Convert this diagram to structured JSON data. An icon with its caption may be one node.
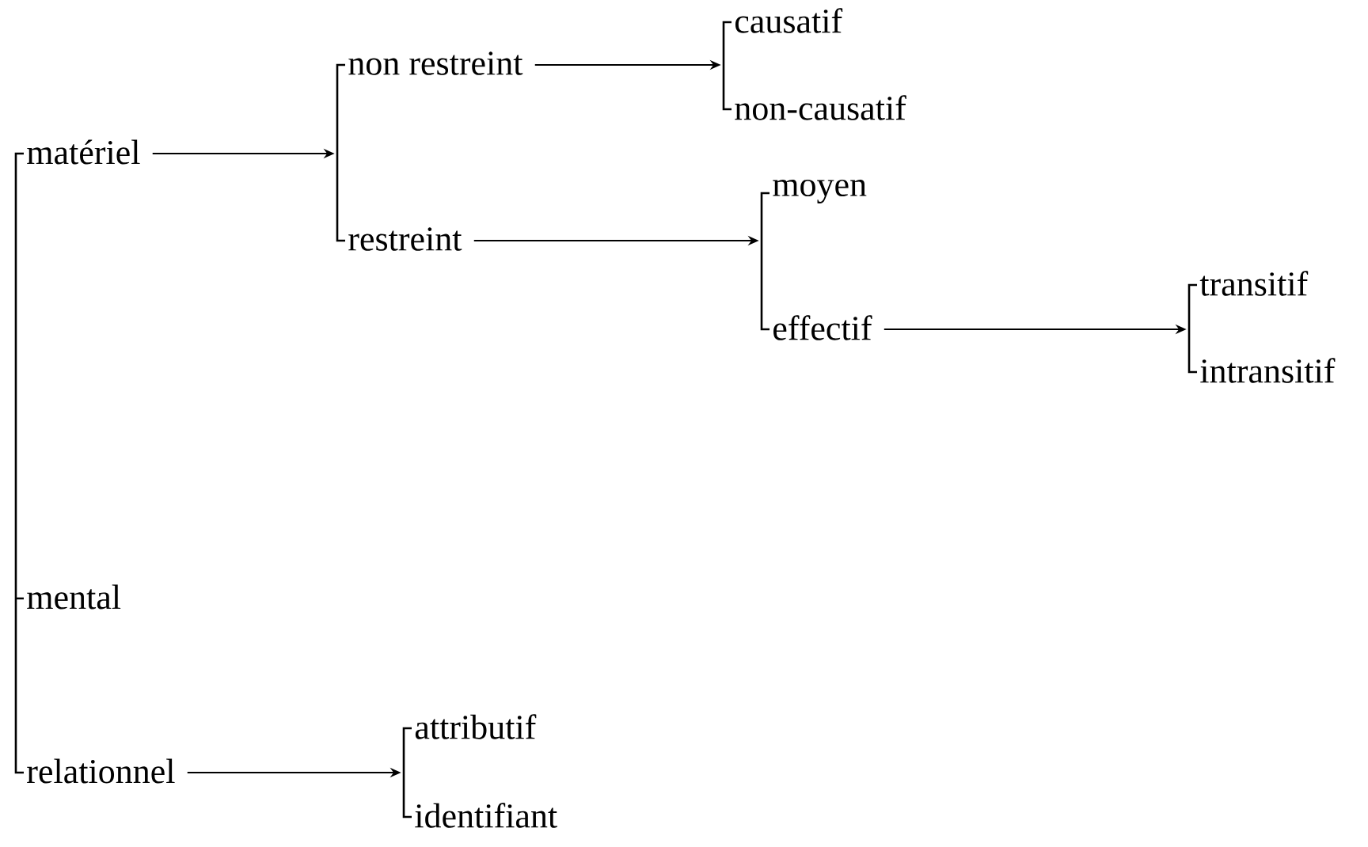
{
  "diagram": {
    "nodes": [
      {
        "text": [
          "matériel"
        ]
      },
      {
        "text": [
          "non restreint"
        ]
      },
      {
        "text": [
          "causatif"
        ]
      },
      {
        "text": [
          "non-causatif"
        ]
      },
      {
        "text": [
          "restreint"
        ]
      },
      {
        "text": [
          "moyen"
        ]
      },
      {
        "text": [
          "effectif"
        ]
      },
      {
        "text": [
          "transitif"
        ]
      },
      {
        "text": [
          "intransitif"
        ]
      },
      {
        "text": [
          "mental"
        ]
      },
      {
        "text": [
          "relationnel"
        ]
      },
      {
        "text": [
          "attributif"
        ]
      },
      {
        "text": [
          "identifiant"
        ]
      },
      {
        "text": [],
        "shape": "bar"
      },
      {
        "text": [],
        "shape": "bar"
      },
      {
        "text": [],
        "shape": "bar"
      },
      {
        "text": [],
        "shape": "bar"
      },
      {
        "text": [],
        "shape": "bar"
      },
      {
        "text": [],
        "shape": "bar"
      }
    ],
    "edges": [
      {
        "from": 0,
        "to": 14,
        "arrow": "to"
      },
      {
        "from": 1,
        "to": 16,
        "arrow": "to"
      },
      {
        "from": 4,
        "to": 17,
        "arrow": "to"
      },
      {
        "from": 6,
        "to": 18,
        "arrow": "to"
      },
      {
        "from": 10,
        "to": 15,
        "arrow": "to"
      }
    ]
  }
}
